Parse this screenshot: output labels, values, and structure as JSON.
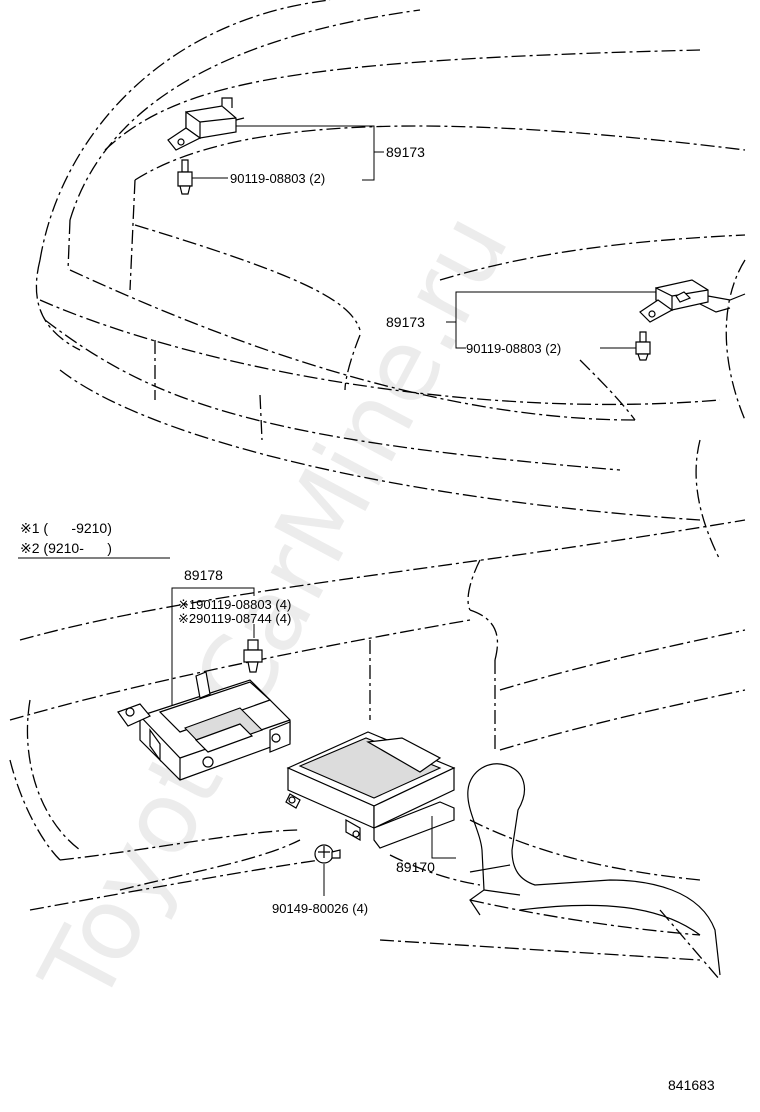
{
  "watermark": "ToyotaCarMine.ru",
  "figure_number": "841683",
  "legend": {
    "line1": "※1 (      -9210)",
    "line2": "※2 (9210-      )"
  },
  "callouts": {
    "sensor_left_part": "89173",
    "sensor_left_bolt": "90119-08803 (2)",
    "sensor_right_part": "89173",
    "sensor_right_bolt": "90119-08803 (2)",
    "bracket_part": "89178",
    "bracket_bolt_1": "※190119-08803 (4)",
    "bracket_bolt_2": "※290119-08744 (4)",
    "ecu_part": "89170",
    "ecu_screw": "90149-80026 (4)"
  }
}
